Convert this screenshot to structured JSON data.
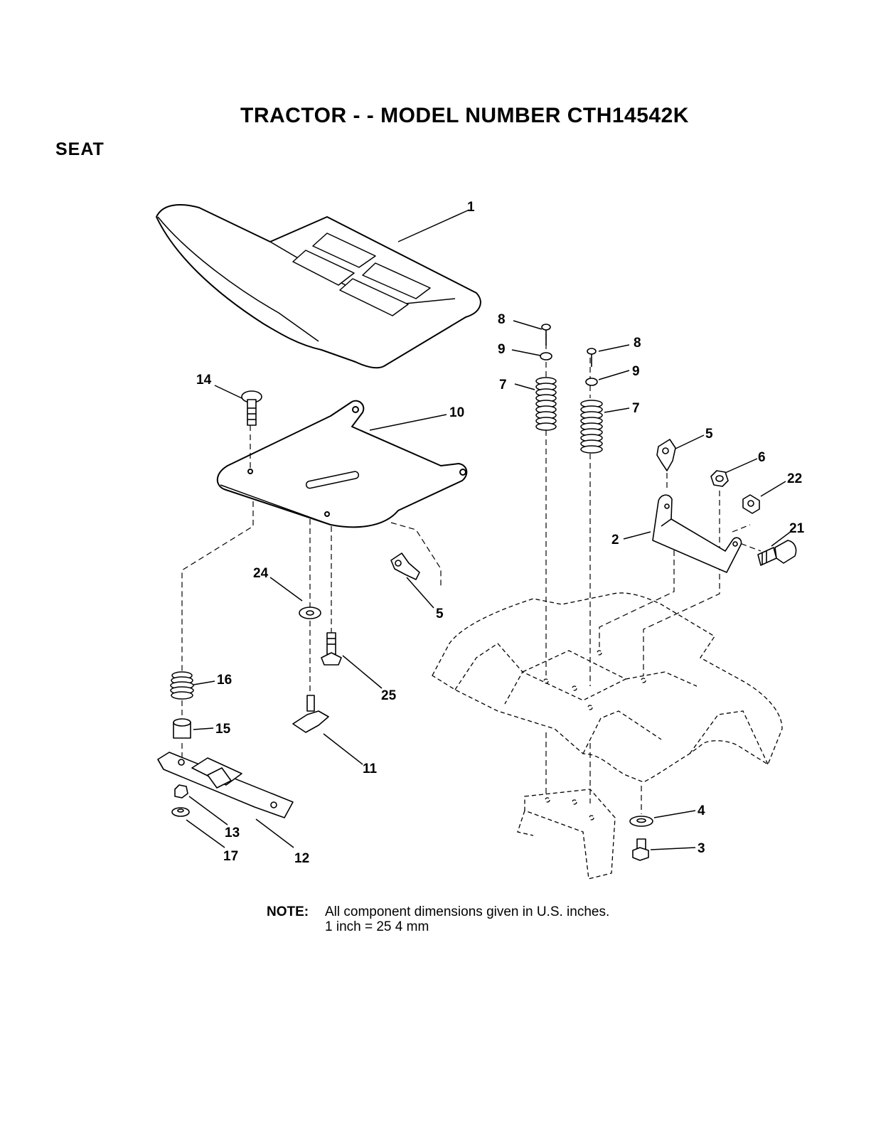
{
  "title": "TRACTOR - - MODEL NUMBER CTH14542K",
  "section": "SEAT",
  "callouts": [
    "1",
    "2",
    "3",
    "4",
    "5",
    "5",
    "6",
    "7",
    "7",
    "8",
    "8",
    "9",
    "9",
    "10",
    "11",
    "12",
    "13",
    "14",
    "15",
    "16",
    "17",
    "21",
    "22",
    "24",
    "25"
  ],
  "note": {
    "label": "NOTE:",
    "line1": "All component  dimensions given in U.S. inches.",
    "line2": "1 inch = 25 4 mm"
  }
}
